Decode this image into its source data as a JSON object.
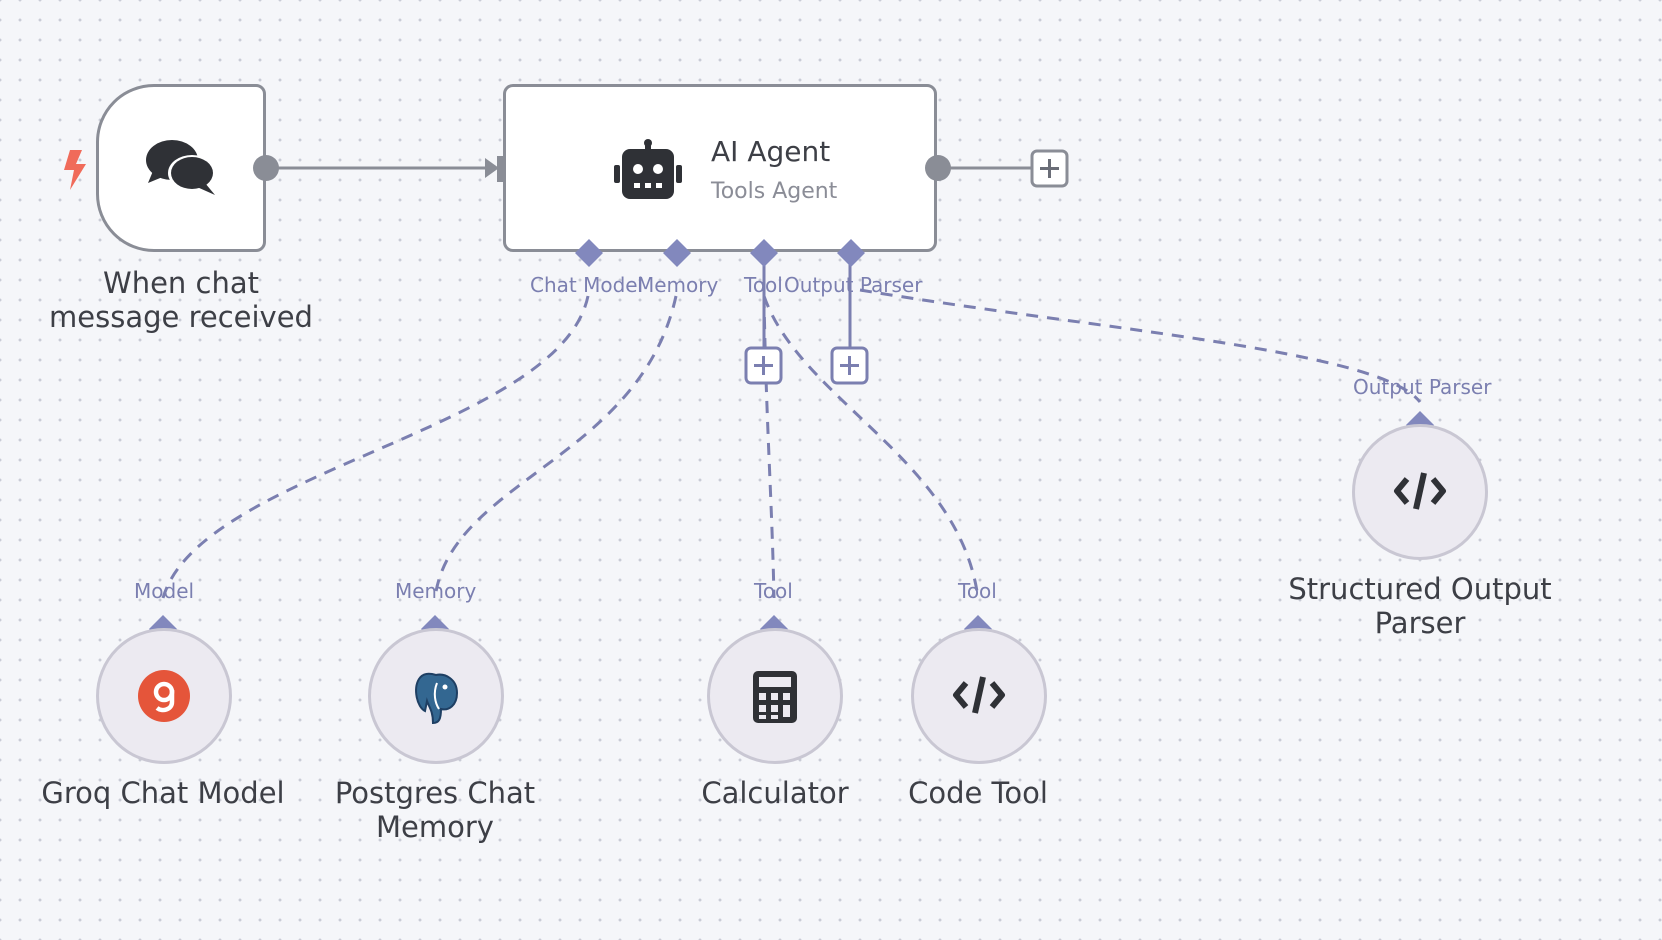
{
  "colors": {
    "wire": "#8a8d96",
    "port": "#8288bd",
    "dashed": "#7b7fb0",
    "trigger_bolt": "#f06b5a",
    "groq": "#e5553a",
    "postgres": "#336791"
  },
  "trigger": {
    "title": "When chat message received",
    "icon": "chat-bubbles-icon",
    "trigger_icon": "lightning-bolt-icon"
  },
  "agent": {
    "title": "AI Agent",
    "subtitle": "Tools Agent",
    "icon": "robot-icon",
    "ports": {
      "chat_model": "Chat Model",
      "memory": "Memory",
      "tool": "Tool",
      "output_parser": "Output Parser"
    }
  },
  "nodes": {
    "groq": {
      "title": "Groq Chat Model",
      "port": "Model",
      "icon": "groq-logo-icon"
    },
    "postgres": {
      "title": "Postgres Chat Memory",
      "port": "Memory",
      "icon": "postgres-elephant-icon"
    },
    "calculator": {
      "title": "Calculator",
      "port": "Tool",
      "icon": "calculator-icon"
    },
    "code_tool": {
      "title": "Code Tool",
      "port": "Tool",
      "icon": "code-icon"
    },
    "structured_parser": {
      "title": "Structured Output Parser",
      "port": "Output Parser",
      "icon": "code-icon"
    }
  }
}
